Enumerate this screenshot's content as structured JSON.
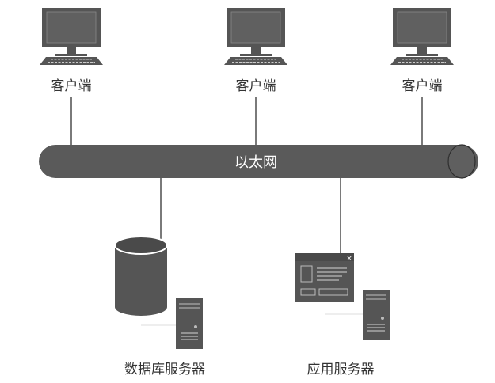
{
  "clients": [
    {
      "label": "客户端",
      "icon": "desktop-computer-icon"
    },
    {
      "label": "客户端",
      "icon": "desktop-computer-icon"
    },
    {
      "label": "客户端",
      "icon": "desktop-computer-icon"
    }
  ],
  "bus": {
    "label": "以太网"
  },
  "servers": [
    {
      "label": "数据库服务器",
      "icon": "database-cylinder-icon"
    },
    {
      "label": "应用服务器",
      "icon": "application-window-icon"
    }
  ],
  "colors": {
    "device": "#555555",
    "bus": "#5a5a5a",
    "line": "#222222",
    "text": "#333333"
  }
}
